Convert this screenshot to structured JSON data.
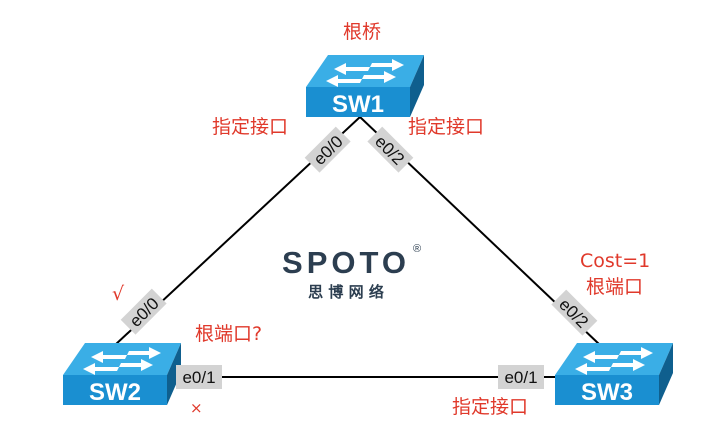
{
  "colors": {
    "annotation": "#e0392b",
    "switch_front": "#1a8fd1",
    "switch_top": "#3aaee6",
    "switch_side": "#0f5f8e",
    "port_bg": "#d3d3d3",
    "logo": "#2c3e50"
  },
  "switches": {
    "sw1": {
      "label": "SW1",
      "role": "根桥"
    },
    "sw2": {
      "label": "SW2"
    },
    "sw3": {
      "label": "SW3",
      "cost": "Cost=1",
      "role": "根端口"
    }
  },
  "ports": {
    "sw1_e00": "e0/0",
    "sw1_e02": "e0/2",
    "sw2_e00": "e0/0",
    "sw2_e01": "e0/1",
    "sw3_e02": "e0/2",
    "sw3_e01": "e0/1"
  },
  "annotations": {
    "sw1_left_designated": "指定接口",
    "sw1_right_designated": "指定接口",
    "sw2_check": "√",
    "sw2_root_port_question": "根端口?",
    "sw2_cross": "×",
    "sw3_bottom_designated": "指定接口"
  },
  "logo": {
    "name": "SPOTO",
    "subtitle": "思 博 网 络",
    "mark": "®"
  }
}
